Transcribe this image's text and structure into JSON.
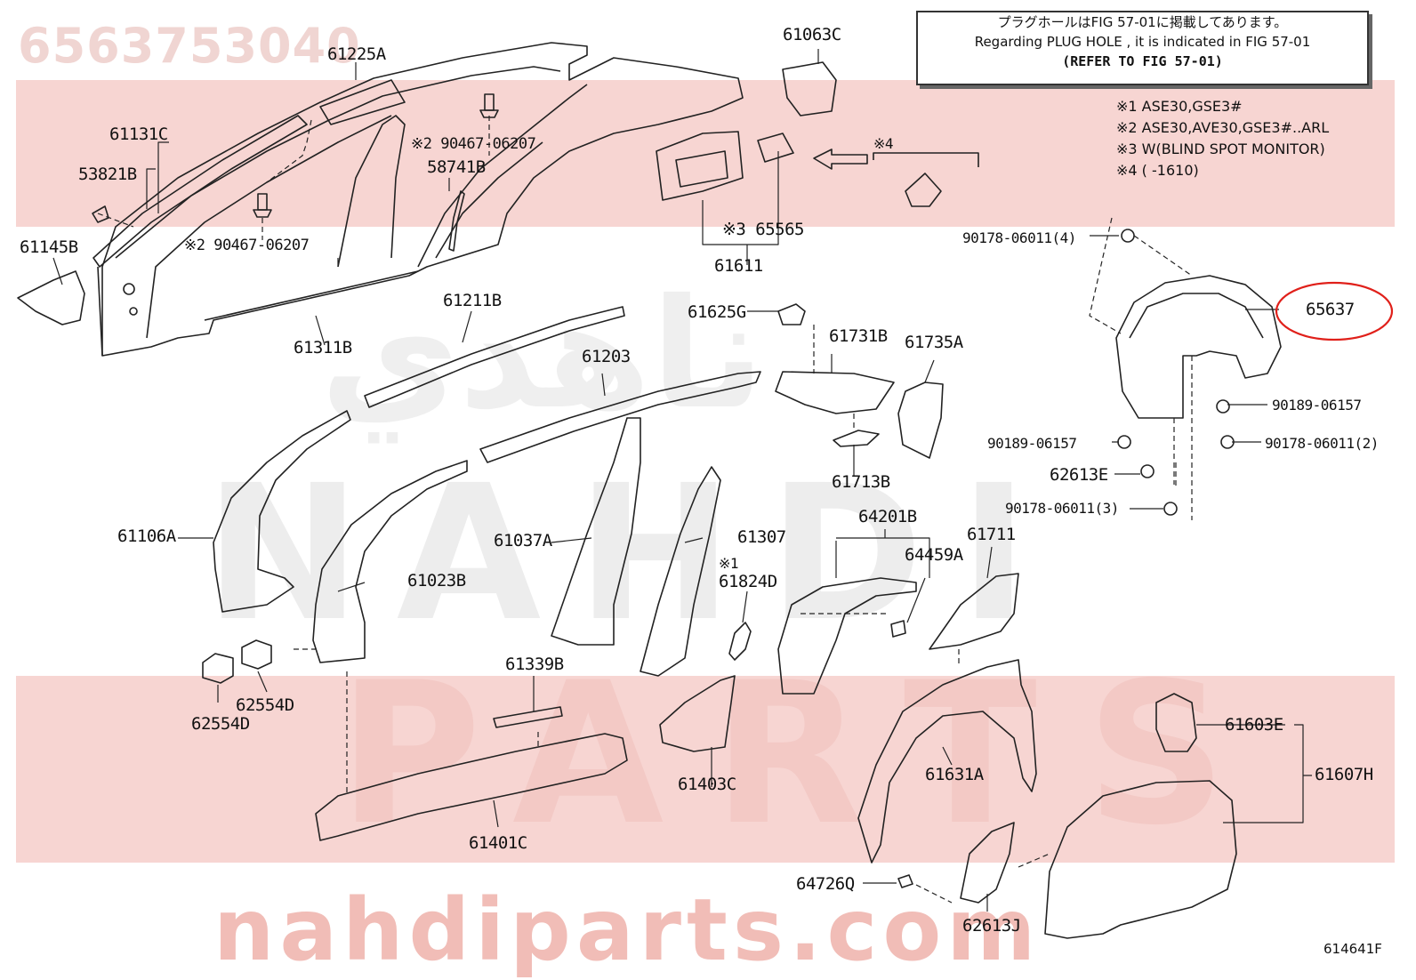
{
  "watermark": {
    "part_number": "6563753040",
    "arabic": "ناهدي",
    "brand_word": "NAHDI",
    "parts_word": "PARTS",
    "url": "nahdiparts.com"
  },
  "note": {
    "line1": "プラグホールはFIG 57-01に掲載してあります。",
    "line2": "Regarding PLUG HOLE , it is indicated in FIG 57-01",
    "line3": "(REFER TO FIG 57-01)"
  },
  "legend": [
    "※1 ASE30,GSE3#",
    "※2 ASE30,AVE30,GSE3#..ARL",
    "※3 W(BLIND SPOT MONITOR)",
    "※4 (     -1610)"
  ],
  "callouts": {
    "p61225A": "61225A",
    "p61063C": "61063C",
    "p61131C": "61131C",
    "p53821B": "53821B",
    "p61145B": "61145B",
    "p90467a": "※2 90467-06207",
    "p90467b": "※2 90467-06207",
    "p58741B": "58741B",
    "p65565": "※3 65565",
    "p61611": "61611",
    "mark4": "※4",
    "p61311B": "61311B",
    "p90178_4": "90178-06011(4)",
    "p65637": "65637",
    "p61211B": "61211B",
    "p61625G": "61625G",
    "p61731B": "61731B",
    "p61735A": "61735A",
    "p61203": "61203",
    "p90189a": "90189-06157",
    "p90189b": "90189-06157",
    "p90178_2": "90178-06011(2)",
    "p62613E": "62613E",
    "p90178_3": "90178-06011(3)",
    "p61713B": "61713B",
    "p61106A": "61106A",
    "p64201B": "64201B",
    "p61711": "61711",
    "p64459A": "64459A",
    "p61037A": "61037A",
    "p61307": "61307",
    "p61023B": "61023B",
    "mark1": "※1",
    "p61824D": "61824D",
    "p61339B": "61339B",
    "p62554D_a": "62554D",
    "p62554D_b": "62554D",
    "p61603E": "61603E",
    "p61607H": "61607H",
    "p61403C": "61403C",
    "p61631A": "61631A",
    "p61401C": "61401C",
    "p64726Q": "64726Q",
    "p62613J": "62613J"
  },
  "figure_code": "614641F",
  "highlight_color": "#e0201a",
  "band_color": "#f7d5d2"
}
